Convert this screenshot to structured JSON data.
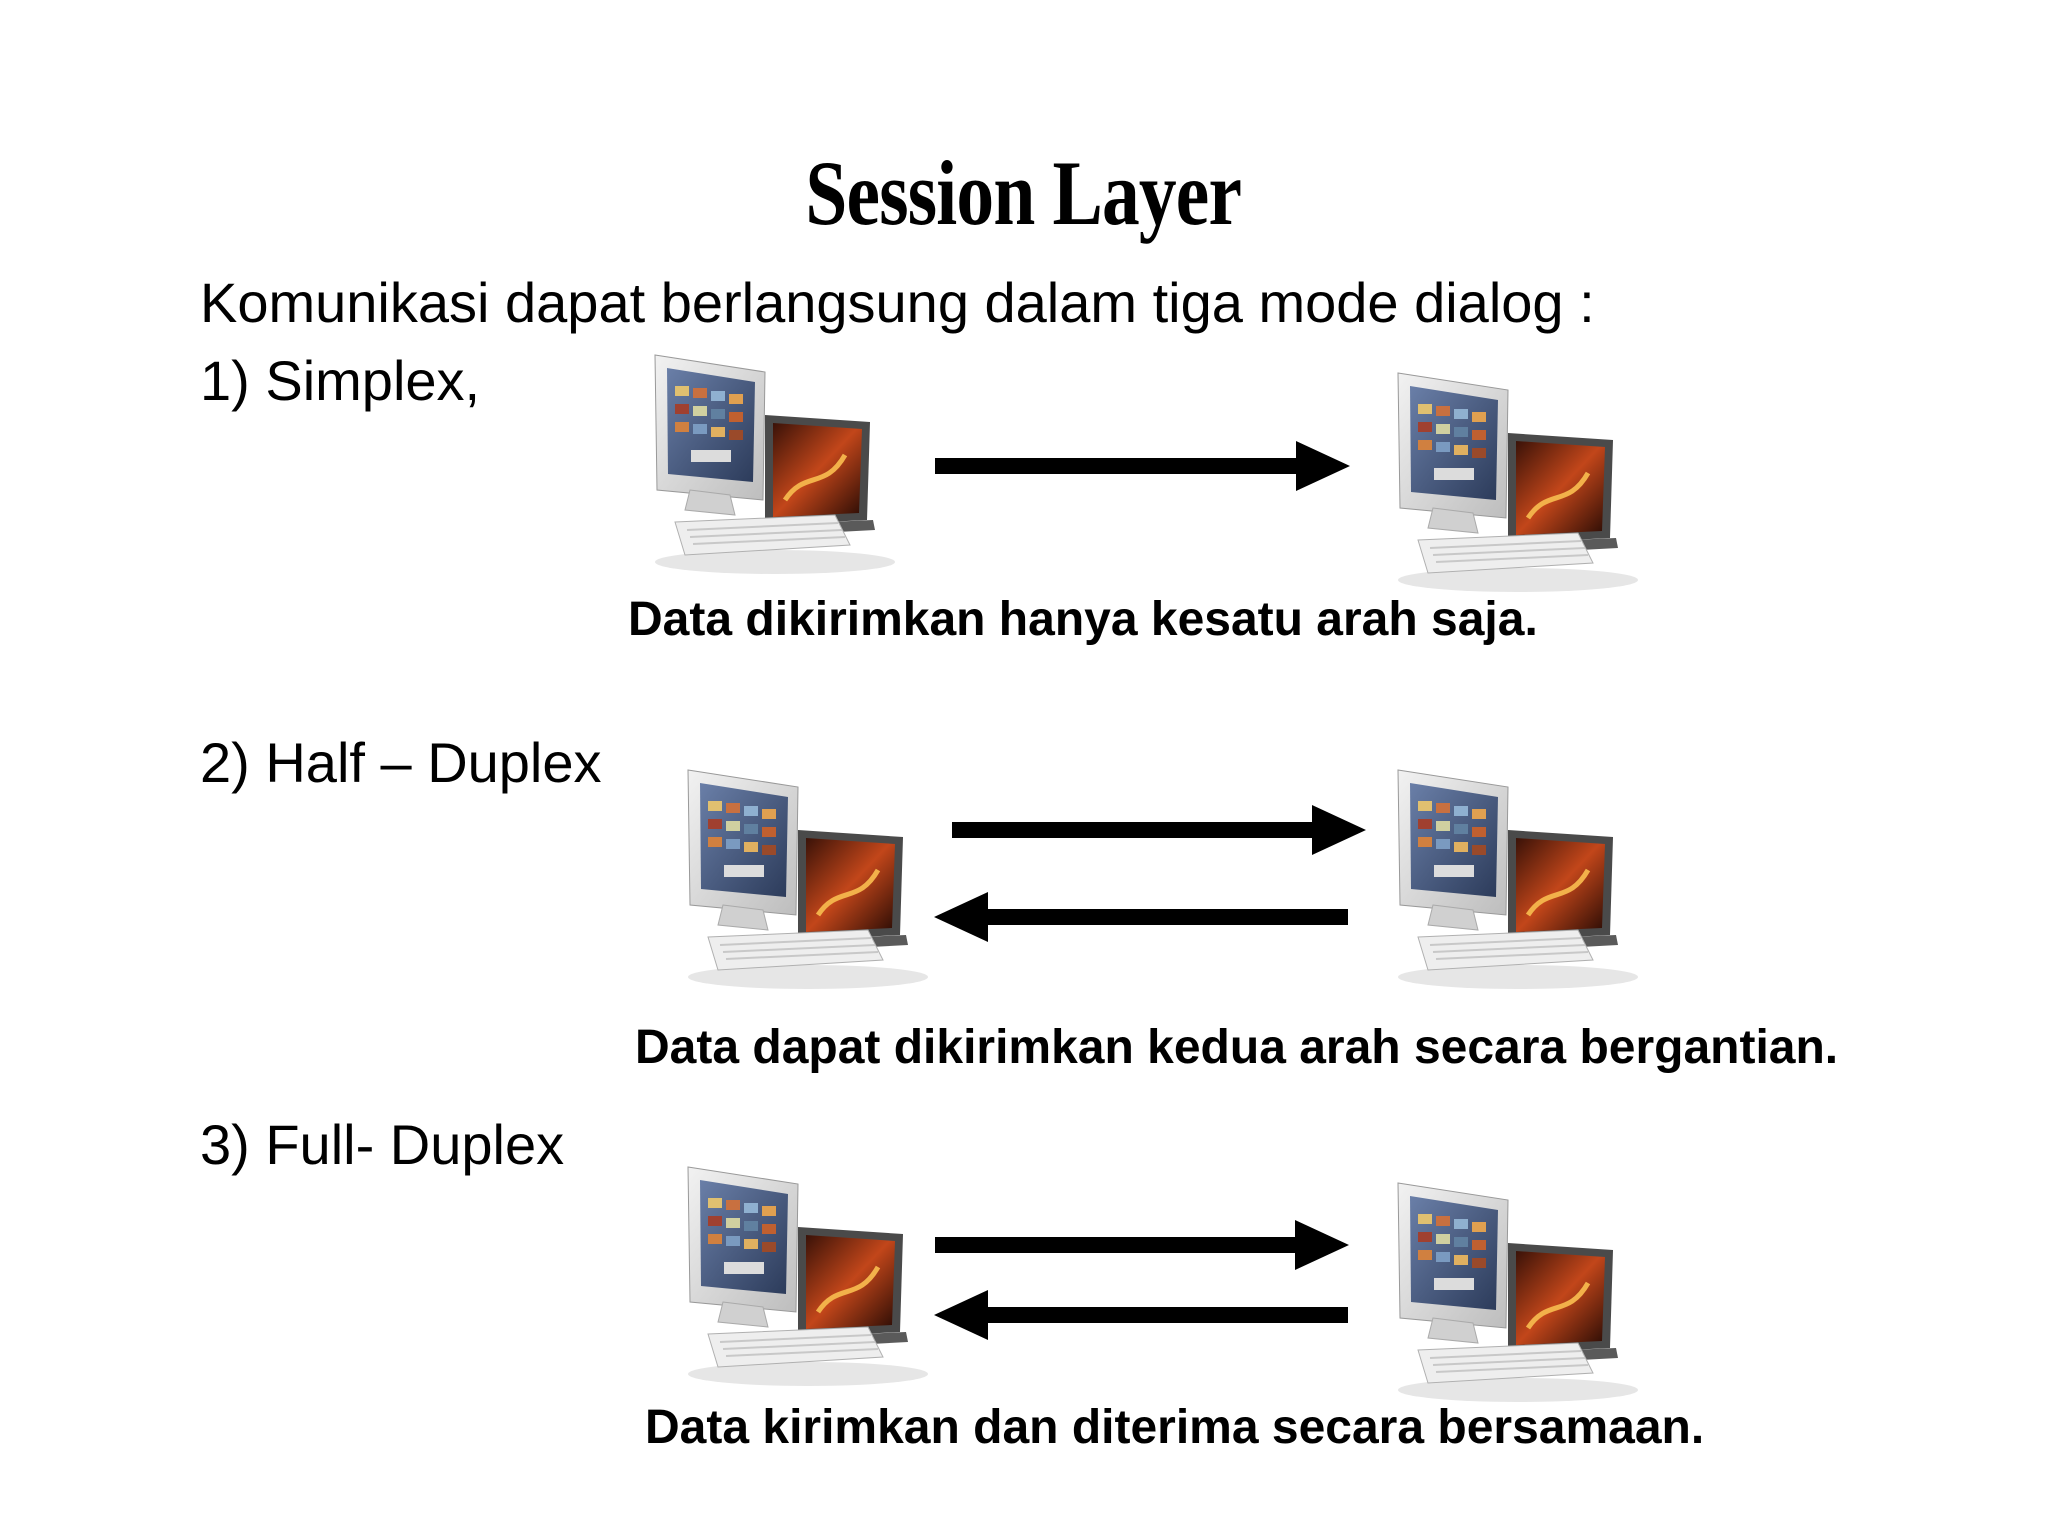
{
  "slide": {
    "title": "Session Layer",
    "intro": "Komunikasi dapat berlangsung dalam tiga mode dialog :"
  },
  "modes": [
    {
      "label": "1) Simplex,",
      "caption": "Data dikirimkan hanya kesatu arah saja."
    },
    {
      "label": "2) Half – Duplex",
      "caption": "Data dapat dikirimkan kedua arah secara bergantian."
    },
    {
      "label": "3) Full- Duplex",
      "caption": "Data kirimkan dan diterima secara bersamaan."
    }
  ]
}
